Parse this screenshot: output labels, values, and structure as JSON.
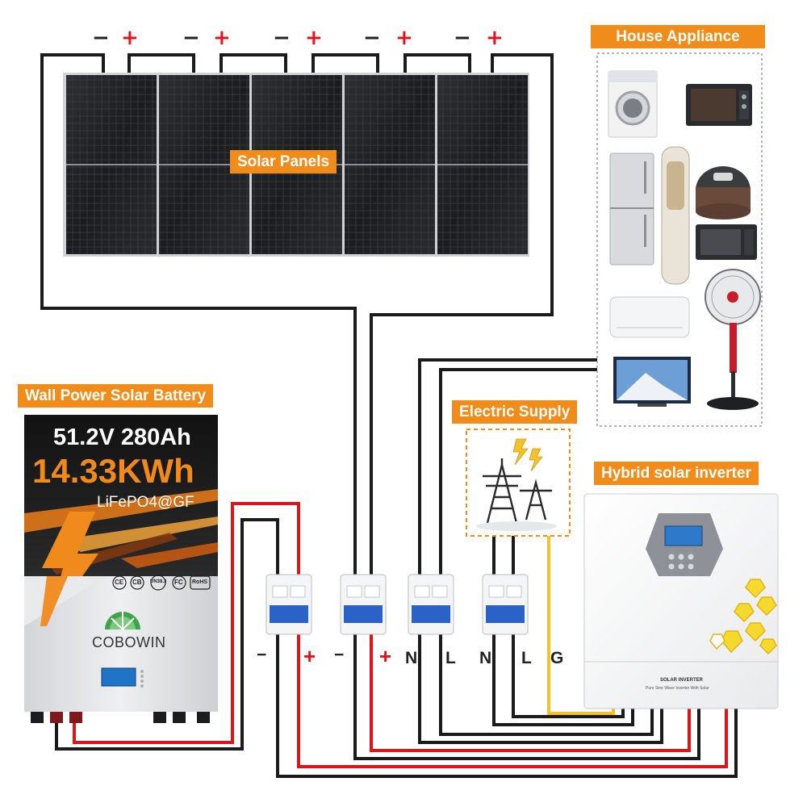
{
  "labels": {
    "solar_panels": "Solar Panels",
    "house_appliance": "House Appliance",
    "wall_battery": "Wall Power Solar Battery",
    "electric_supply": "Electric Supply",
    "hybrid_inverter": "Hybrid solar inverter"
  },
  "panel_terminals": {
    "minus": "−",
    "plus": "+"
  },
  "battery": {
    "voltage_capacity": "51.2V 280Ah",
    "energy": "14.33KWh",
    "chemistry": "LiFePO4@GF",
    "brand": "COBOWIN",
    "certifications": [
      "CE",
      "CB",
      "UN38.3",
      "FC",
      "RoHS"
    ]
  },
  "breaker_terminals": [
    "−",
    "+",
    "−",
    "+",
    "N",
    "L",
    "N",
    "L",
    "G"
  ],
  "inverter": {
    "model_line1": "SOLAR INVERTER",
    "model_line2": "Pure Sine Wave Inverter With Solar"
  },
  "appliances": [
    "washing-machine",
    "toaster-oven",
    "refrigerator",
    "air-purifier",
    "rice-cooker",
    "microwave",
    "air-conditioner",
    "standing-fan",
    "television"
  ],
  "colors": {
    "accent": "#ef8c1a",
    "positive_wire": "#d9161c",
    "negative_wire": "#1a1a1a",
    "ground_wire": "#f2c12e"
  }
}
